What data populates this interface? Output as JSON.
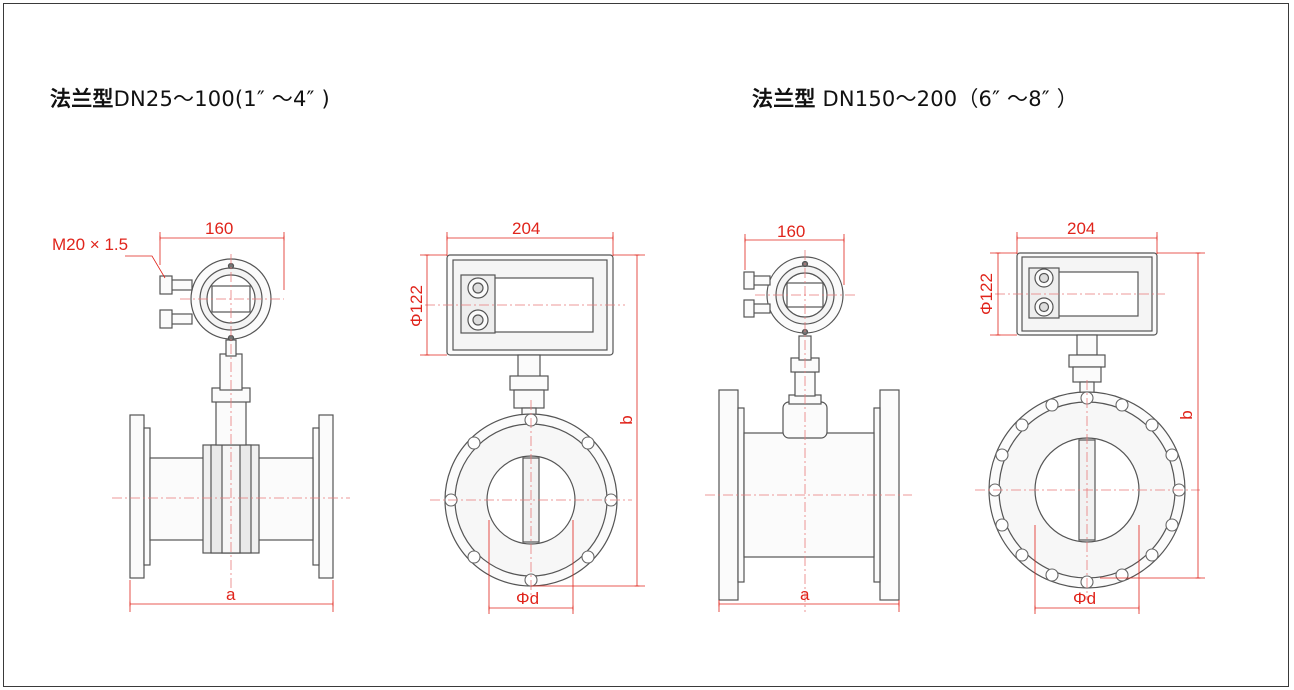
{
  "titles": {
    "left": {
      "type": "法兰型",
      "range": "DN25～100(1″ ～4″ )"
    },
    "right": {
      "type": "法兰型",
      "range": " DN150～200（6″ ～8″ ）"
    }
  },
  "dimensions": {
    "thread": "M20 × 1.5",
    "housing_width_small": "160",
    "display_width": "204",
    "display_diameter": "Φ122",
    "overall_height": "b",
    "flange_length": "a",
    "bore_diameter": "Φd"
  },
  "colors": {
    "dimension": "#e0241b",
    "outline": "#555555",
    "centerline": "#e87a7a"
  }
}
